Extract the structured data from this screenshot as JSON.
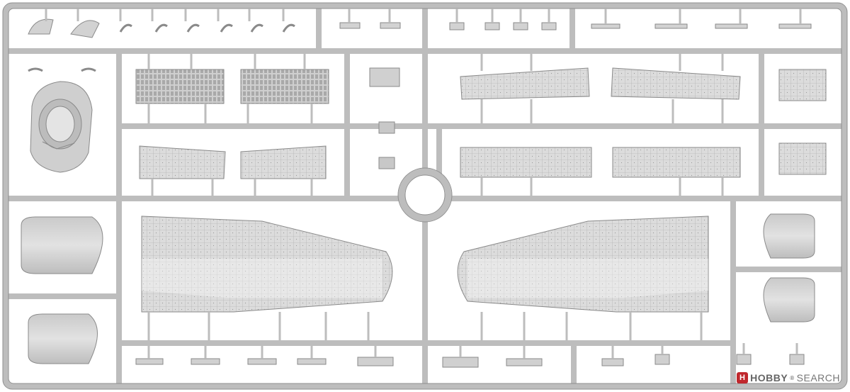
{
  "image": {
    "subject": "",
    "colors": {
      "plastic": "#d9d9d9",
      "plastic_dark": "#b8b8b8",
      "outline": "#8a8a8a",
      "panel_line": "#9c9c9c",
      "background": "#ffffff"
    }
  },
  "watermark": {
    "logo_glyph": "H",
    "brand": "HOBBY",
    "suffix": "SEARCH",
    "registered": "®",
    "brand_color": "#c0282d"
  }
}
